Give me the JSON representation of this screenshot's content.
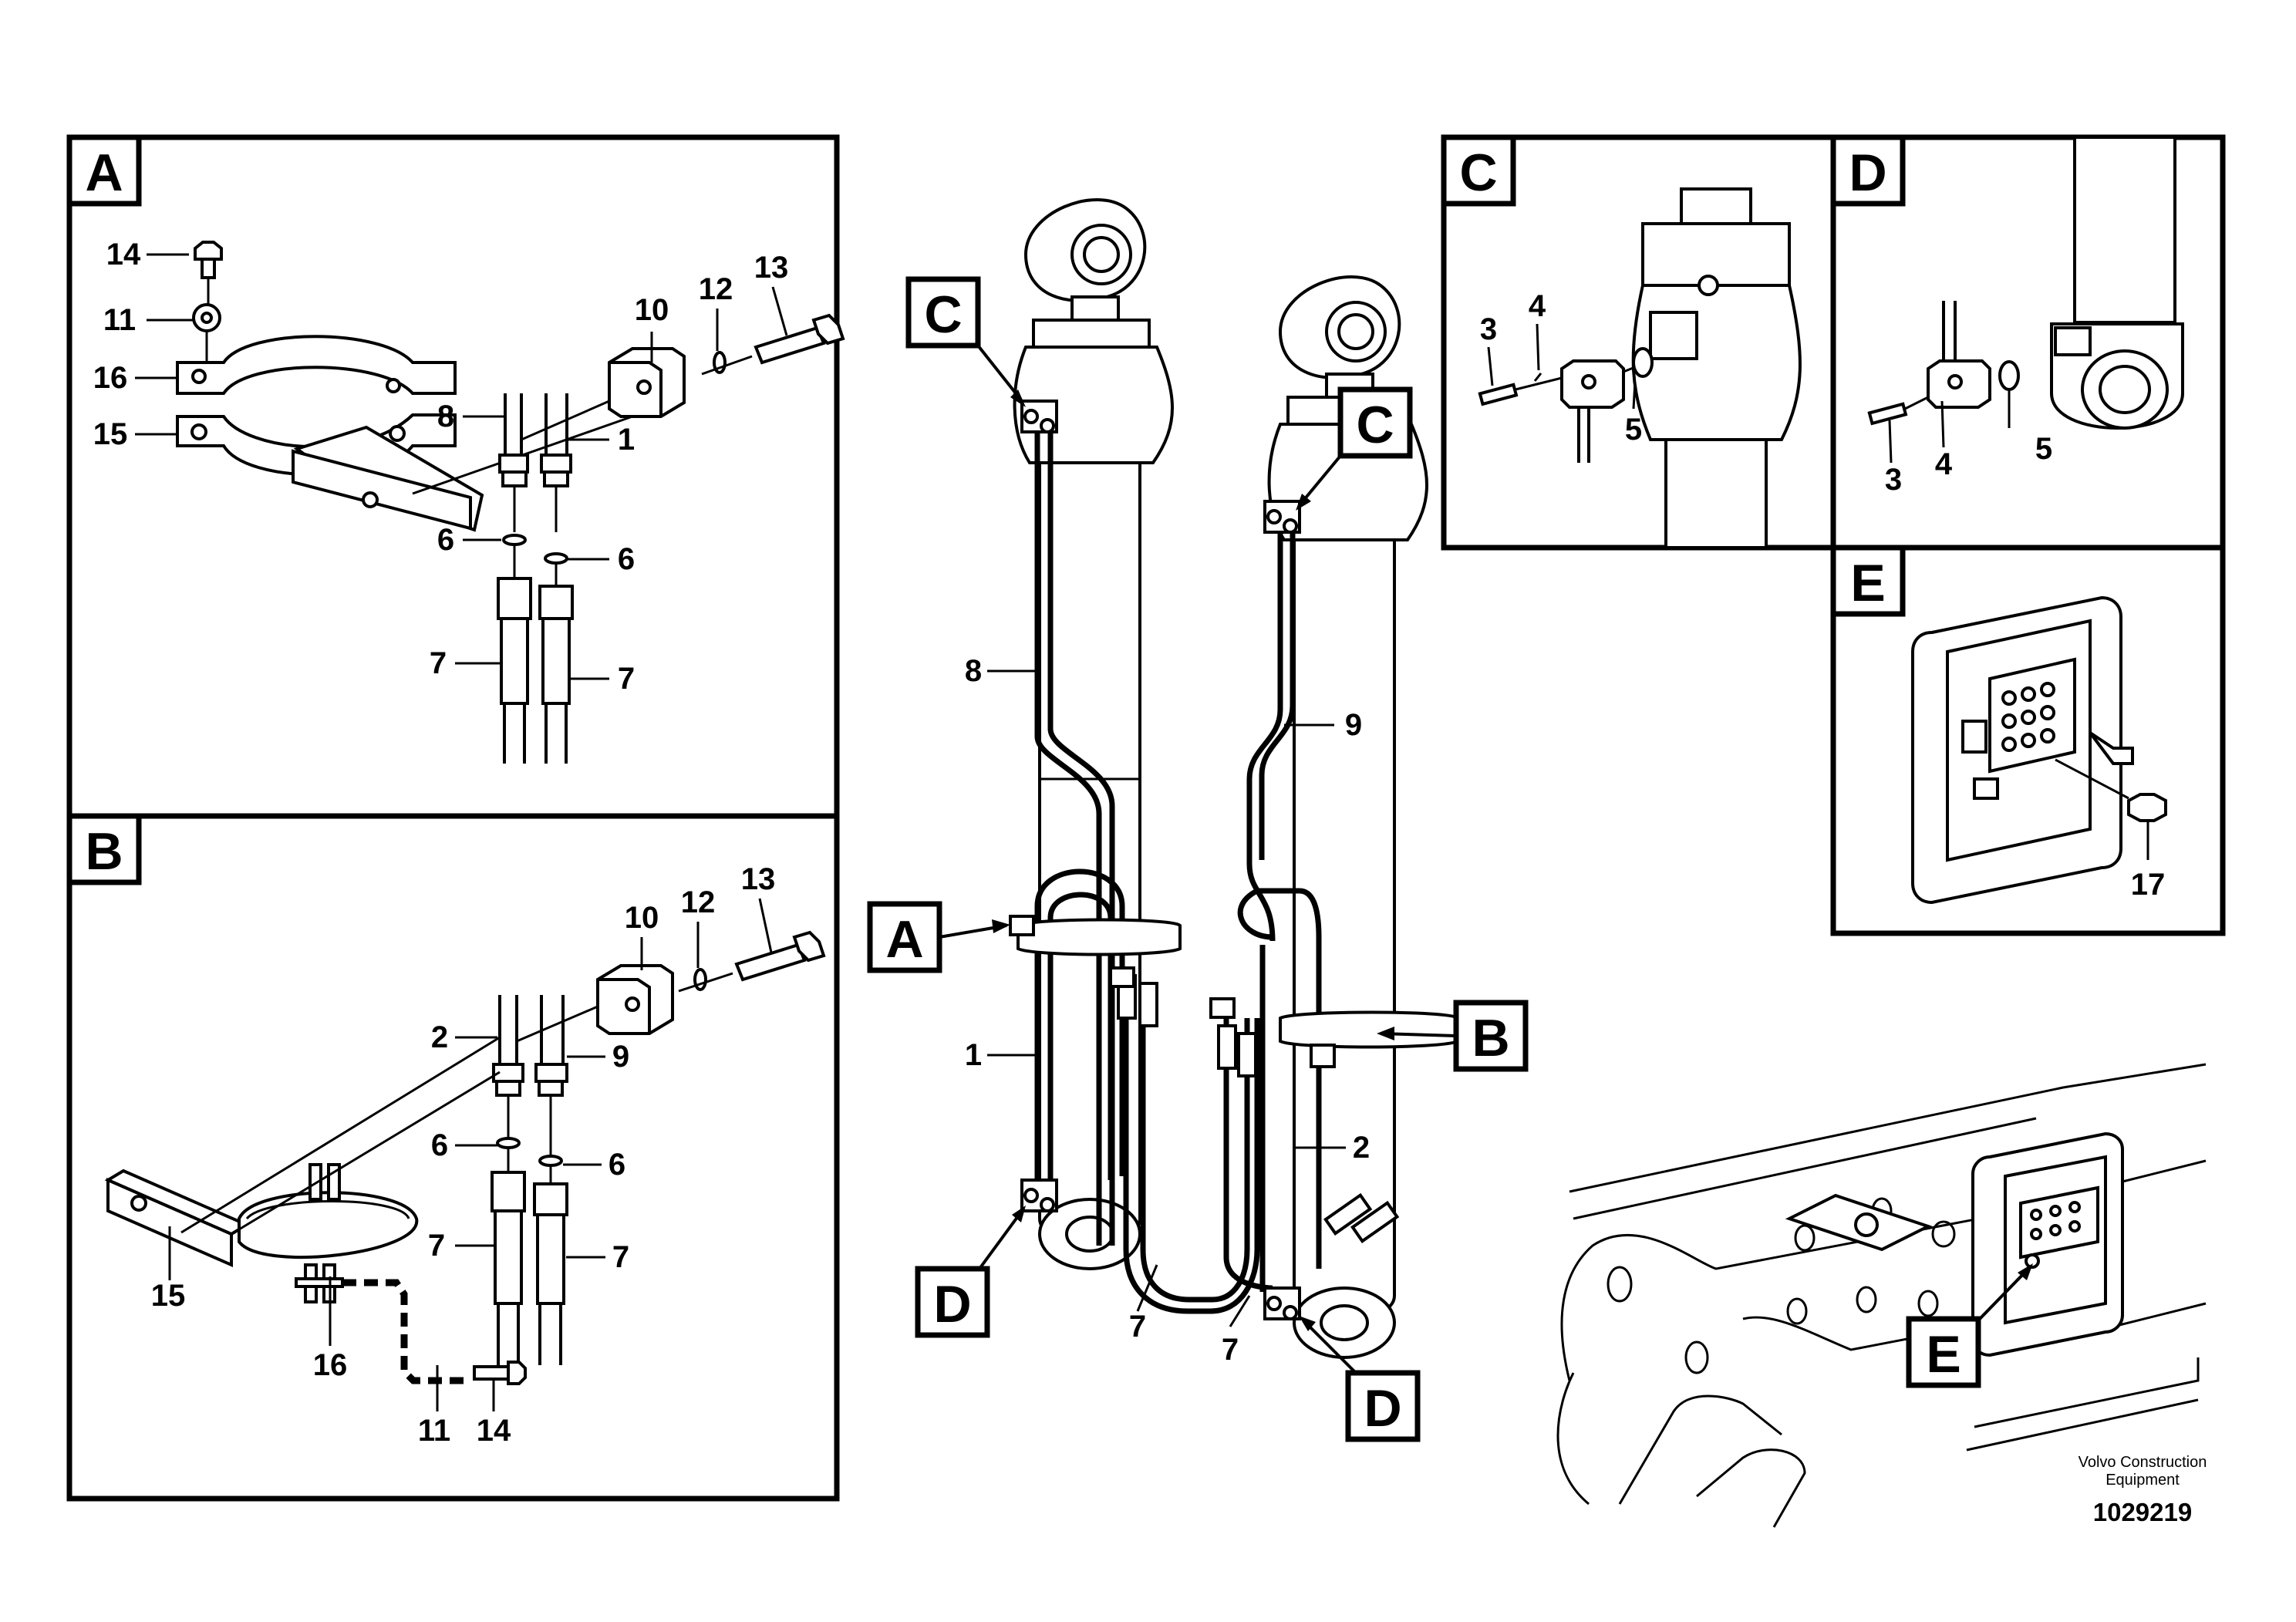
{
  "panels": {
    "A": {
      "letter": "A",
      "callouts": {
        "c14": "14",
        "c11": "11",
        "c16": "16",
        "c15": "15",
        "c8": "8",
        "c10": "10",
        "c12": "12",
        "c13": "13",
        "c1": "1",
        "c6a": "6",
        "c6b": "6",
        "c7a": "7",
        "c7b": "7"
      }
    },
    "B": {
      "letter": "B",
      "callouts": {
        "c10": "10",
        "c12": "12",
        "c13": "13",
        "c2": "2",
        "c9": "9",
        "c6a": "6",
        "c6b": "6",
        "c7a": "7",
        "c7b": "7",
        "c15": "15",
        "c16": "16",
        "c11": "11",
        "c14": "14"
      }
    },
    "C": {
      "letter": "C",
      "callouts": {
        "c3": "3",
        "c4": "4",
        "c5": "5"
      }
    },
    "D": {
      "letter": "D",
      "callouts": {
        "c3": "3",
        "c4": "4",
        "c5": "5"
      }
    },
    "E": {
      "letter": "E",
      "callouts": {
        "c17": "17"
      }
    }
  },
  "main": {
    "labels": {
      "c_left": "C",
      "c_right": "C",
      "a": "A",
      "b": "B",
      "d_left": "D",
      "d_right": "D",
      "e": "E"
    },
    "callouts": {
      "c8": "8",
      "c9": "9",
      "c1": "1",
      "c2": "2",
      "c7a": "7",
      "c7b": "7"
    }
  },
  "footer": {
    "company_line1": "Volvo Construction",
    "company_line2": "Equipment",
    "drawing_number": "1029219"
  }
}
